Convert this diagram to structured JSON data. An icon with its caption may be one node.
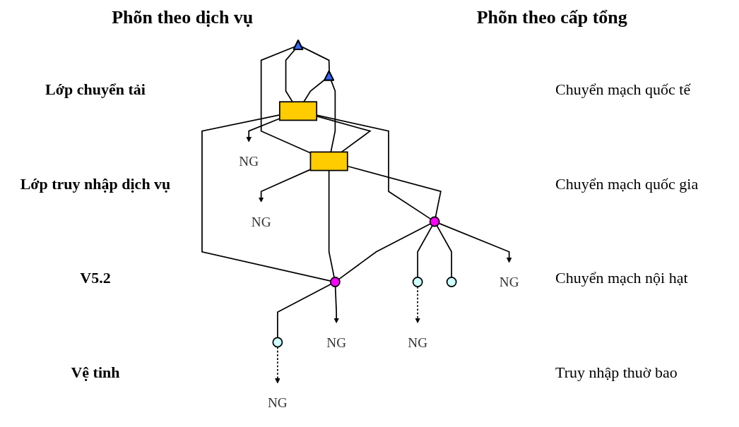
{
  "diagram": {
    "nodes": [
      {
        "text": [],
        "shape": "triangle"
      },
      {
        "text": [],
        "shape": "triangle"
      },
      {
        "text": [],
        "shape": "box"
      },
      {
        "text": [],
        "shape": "box"
      },
      {
        "text": [],
        "shape": "circle"
      },
      {
        "text": [],
        "shape": "circle"
      },
      {
        "text": [],
        "shape": "circle"
      },
      {
        "text": [],
        "shape": "circle"
      },
      {
        "text": [],
        "shape": "circle"
      },
      {
        "text": [
          "NG"
        ]
      },
      {
        "text": [
          "NG"
        ]
      },
      {
        "text": [
          "NG"
        ]
      },
      {
        "text": [
          "NG"
        ]
      },
      {
        "text": [
          "NG"
        ]
      },
      {
        "text": [
          "NG"
        ]
      }
    ],
    "edges": [
      {
        "from": 0,
        "to": 1,
        "arrow": "none"
      },
      {
        "from": 0,
        "to": 2,
        "arrow": "none"
      },
      {
        "from": 0,
        "to": 3,
        "arrow": "none"
      },
      {
        "from": 1,
        "to": 2,
        "arrow": "none"
      },
      {
        "from": 1,
        "to": 3,
        "arrow": "none"
      },
      {
        "from": 2,
        "to": 3,
        "arrow": "none"
      },
      {
        "from": 2,
        "to": 4,
        "arrow": "none"
      },
      {
        "from": 2,
        "to": 5,
        "arrow": "none"
      },
      {
        "from": 3,
        "to": 4,
        "arrow": "none"
      },
      {
        "from": 3,
        "to": 5,
        "arrow": "none"
      },
      {
        "from": 4,
        "to": 5,
        "arrow": "none"
      },
      {
        "from": 4,
        "to": 6,
        "arrow": "none"
      },
      {
        "from": 4,
        "to": 7,
        "arrow": "none"
      },
      {
        "from": 5,
        "to": 8,
        "arrow": "none"
      },
      {
        "from": 2,
        "to": 9,
        "arrow": "to"
      },
      {
        "from": 3,
        "to": 10,
        "arrow": "to"
      },
      {
        "from": 4,
        "to": 11,
        "arrow": "to"
      },
      {
        "from": 5,
        "to": 12,
        "arrow": "to"
      },
      {
        "from": 6,
        "to": 13,
        "arrow": "to",
        "style": "dashed"
      },
      {
        "from": 8,
        "to": 14,
        "arrow": "to",
        "style": "dashed"
      }
    ],
    "labels": [
      "Phõn theo dịch vụ",
      "Phõn theo cấp tổng",
      "Chuyển mạch quốc tế",
      "Lớp chuyển tải",
      "Chuyển mạch quốc gia",
      "Chuyển mạch nội hạt",
      "Lớp truy nhập dịch vụ",
      "V5.2",
      "Truy nhập thuờ bao",
      "Vệ tinh"
    ]
  }
}
